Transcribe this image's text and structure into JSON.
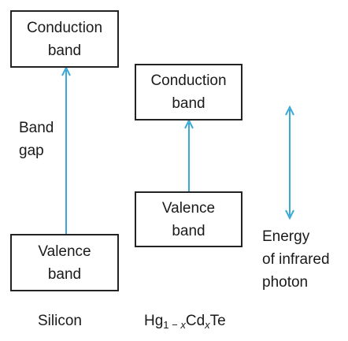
{
  "silicon": {
    "conduction_band": [
      "Conduction",
      "band"
    ],
    "valence_band": [
      "Valence",
      "band"
    ],
    "band_gap": [
      "Band",
      "gap"
    ],
    "material": "Silicon"
  },
  "hgcdte": {
    "conduction_band": [
      "Conduction",
      "band"
    ],
    "valence_band": [
      "Valence",
      "band"
    ],
    "material": {
      "base1": "Hg",
      "sub1_number": "1 − ",
      "sub1_var": "x",
      "base2": "Cd",
      "sub2_var": "x",
      "base3": "Te"
    }
  },
  "photon": {
    "label": [
      "Energy",
      "of infrared",
      "photon"
    ]
  },
  "colors": {
    "arrow": "#3aa9d6",
    "box_border": "#222222",
    "text": "#1a1a1a"
  }
}
